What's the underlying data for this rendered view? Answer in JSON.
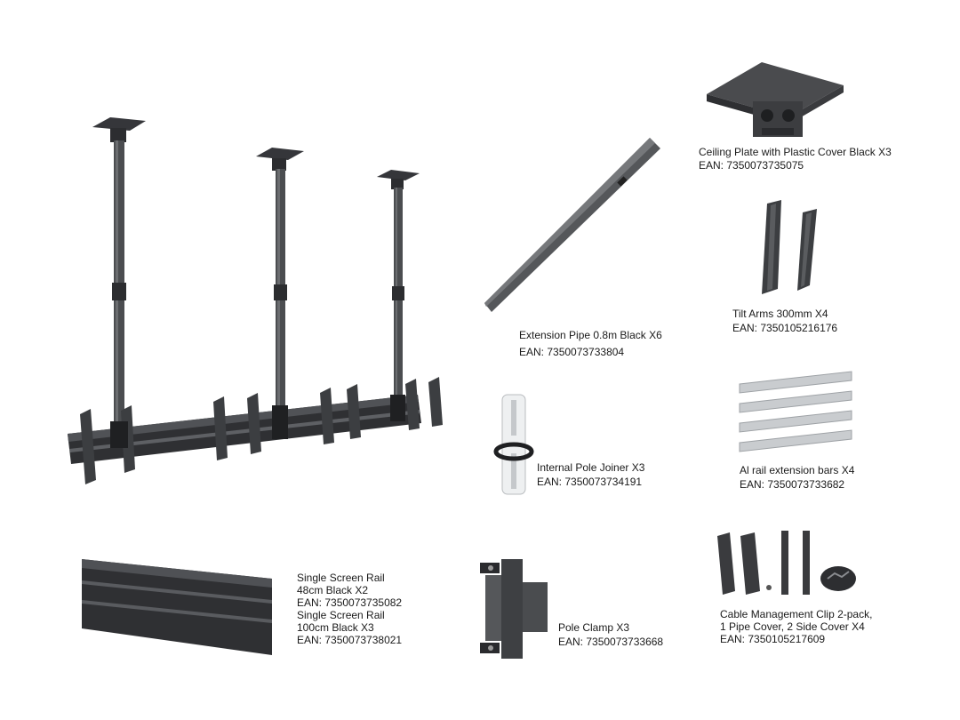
{
  "items": {
    "ceiling_plate": {
      "line1": "Ceiling Plate with Plastic Cover Black X3",
      "line2": "EAN: 7350073735075"
    },
    "extension_pipe": {
      "line1": "Extension Pipe 0.8m Black X6",
      "line2": "EAN: 7350073733804"
    },
    "tilt_arms": {
      "line1": "Tilt Arms 300mm X4",
      "line2": "EAN: 7350105216176"
    },
    "pole_joiner": {
      "line1": "Internal Pole Joiner X3",
      "line2": "EAN: 7350073734191"
    },
    "rail_extension": {
      "line1": "Al rail extension bars X4",
      "line2": "EAN: 7350073733682"
    },
    "screen_rail": {
      "line1": "Single Screen Rail",
      "line2": "48cm Black X2",
      "line3": "EAN: 7350073735082",
      "line4": "Single Screen Rail",
      "line5": "100cm Black X3",
      "line6": "EAN: 7350073738021"
    },
    "pole_clamp": {
      "line1": "Pole Clamp X3",
      "line2": "EAN: 7350073733668"
    },
    "cable_clip": {
      "line1": "Cable Management Clip 2-pack,",
      "line2": "1 Pipe Cover, 2 Side Cover X4",
      "line3": "EAN: 7350105217609"
    }
  },
  "colors": {
    "metal_dark": "#3a3b3d",
    "metal_mid": "#55575a",
    "aluminium": "#c9cccf",
    "joiner_white": "#eef0f1"
  }
}
